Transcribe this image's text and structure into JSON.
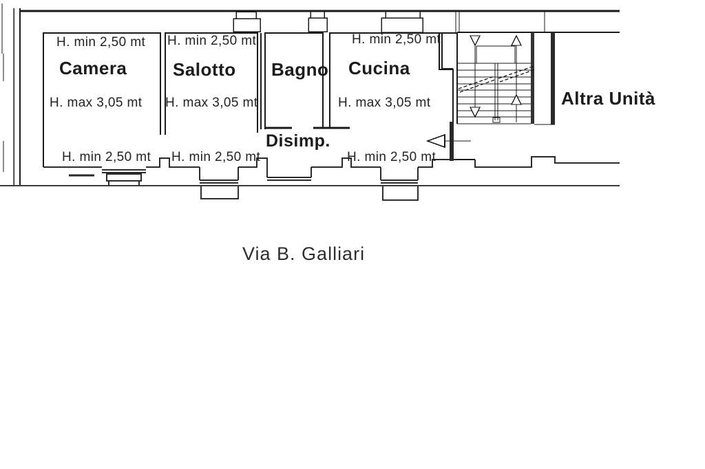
{
  "plan": {
    "rooms": {
      "camera": {
        "name": "Camera",
        "h_min": "H. min 2,50 mt",
        "h_max": "H. max 3,05 mt"
      },
      "salotto": {
        "name": "Salotto",
        "h_min": "H. min 2,50 mt",
        "h_max": "H. max 3,05 mt"
      },
      "bagno": {
        "name": "Bagno"
      },
      "cucina": {
        "name": "Cucina",
        "h_min": "H. min 2,50 mt",
        "h_max": "H. max 3,05 mt"
      },
      "disimpegno": {
        "name": "Disimp."
      },
      "altra_unita": {
        "name": "Altra Unità"
      }
    },
    "exterior_labels": {
      "south_wall_heights": [
        "H. min 2,50 mt",
        "H. min 2,50 mt",
        "H. min 2,50 mt"
      ],
      "street_name": "Via B. Galliari"
    },
    "icons": {
      "stair_down_arrows": "down-direction-arrow",
      "stair_up_arrows": "up-direction-arrow",
      "entrance_arrow": "entrance-left-arrow"
    },
    "colors": {
      "wall_line": "#1a1a1a",
      "light_line": "#4a4a4a",
      "text": "#1c1c1c",
      "background": "#ffffff"
    }
  }
}
